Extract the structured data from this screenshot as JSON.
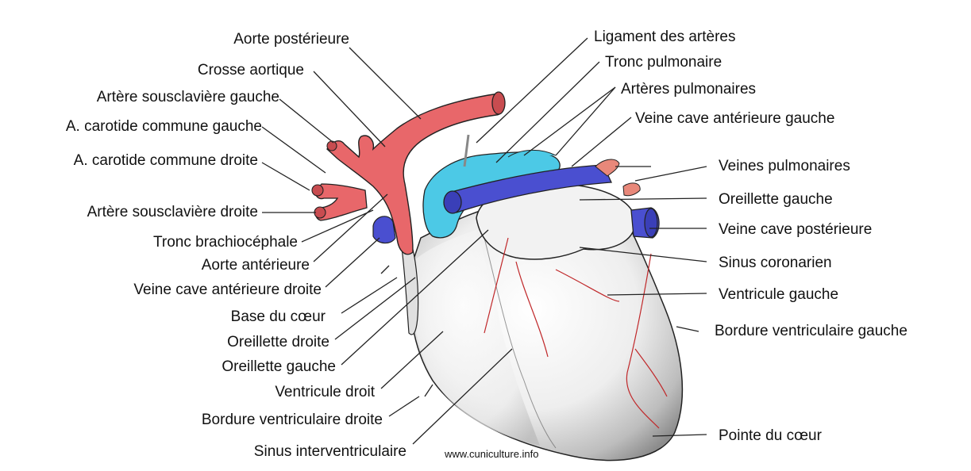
{
  "labels_left": [
    {
      "id": "aorte-posterieure",
      "text": "Aorte postérieure"
    },
    {
      "id": "crosse-aortique",
      "text": "Crosse aortique"
    },
    {
      "id": "artere-sousclaviere-gauche",
      "text": "Artère sousclavière gauche"
    },
    {
      "id": "carotide-commune-gauche",
      "text": "A. carotide commune gauche"
    },
    {
      "id": "carotide-commune-droite",
      "text": "A. carotide commune droite"
    },
    {
      "id": "artere-sousclaviere-droite",
      "text": "Artère sousclavière droite"
    },
    {
      "id": "tronc-brachiocephale",
      "text": "Tronc brachiocéphale"
    },
    {
      "id": "aorte-anterieure",
      "text": "Aorte antérieure"
    },
    {
      "id": "veine-cave-anterieure-droite",
      "text": "Veine cave antérieure droite"
    },
    {
      "id": "base-du-coeur",
      "text": "Base du cœur"
    },
    {
      "id": "oreillette-droite",
      "text": "Oreillette droite"
    },
    {
      "id": "oreillette-gauche-left",
      "text": "Oreillette gauche"
    },
    {
      "id": "ventricule-droit",
      "text": "Ventricule droit"
    },
    {
      "id": "bordure-ventriculaire-droite",
      "text": "Bordure ventriculaire droite"
    },
    {
      "id": "sinus-interventriculaire",
      "text": "Sinus interventriculaire"
    }
  ],
  "labels_right": [
    {
      "id": "ligament-des-arteres",
      "text": "Ligament des artères"
    },
    {
      "id": "tronc-pulmonaire",
      "text": "Tronc pulmonaire"
    },
    {
      "id": "arteres-pulmonaires",
      "text": "Artères pulmonaires"
    },
    {
      "id": "veine-cave-anterieure-gauche",
      "text": "Veine cave antérieure gauche"
    },
    {
      "id": "veines-pulmonaires",
      "text": "Veines pulmonaires"
    },
    {
      "id": "oreillette-gauche",
      "text": "Oreillette gauche"
    },
    {
      "id": "veine-cave-posterieure",
      "text": "Veine cave postérieure"
    },
    {
      "id": "sinus-coronarien",
      "text": "Sinus coronarien"
    },
    {
      "id": "ventricule-gauche",
      "text": "Ventricule gauche"
    },
    {
      "id": "bordure-ventriculaire-gauche",
      "text": "Bordure ventriculaire gauche"
    },
    {
      "id": "pointe-du-coeur",
      "text": "Pointe du cœur"
    }
  ],
  "watermark": "www.cuniculture.info",
  "colors": {
    "artery": "#e8676a",
    "pulmonary_trunk": "#4cc9e6",
    "vein": "#4a4fd0",
    "pulmonary_vein": "#e8887a",
    "coronary": "#c0282a",
    "heart_shading": "#c9c9c9"
  }
}
